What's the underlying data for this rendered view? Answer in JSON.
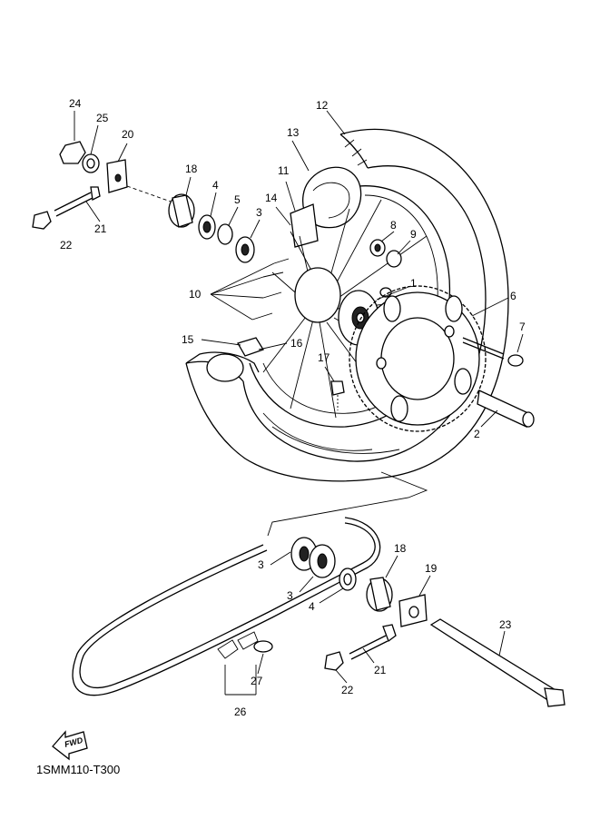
{
  "diagram_code": "1SMM110-T300",
  "fwd_label": "FWD",
  "callouts": [
    "1",
    "2",
    "3",
    "4",
    "5",
    "6",
    "7",
    "8",
    "9",
    "10",
    "11",
    "12",
    "13",
    "14",
    "15",
    "16",
    "17",
    "18",
    "19",
    "20",
    "21",
    "22",
    "23",
    "24",
    "25",
    "26",
    "27"
  ],
  "lower_callouts": [
    "3",
    "3",
    "4",
    "18",
    "19",
    "21",
    "22",
    "23",
    "26",
    "27"
  ],
  "upper_extra_callouts": [
    "18",
    "21",
    "22"
  ]
}
